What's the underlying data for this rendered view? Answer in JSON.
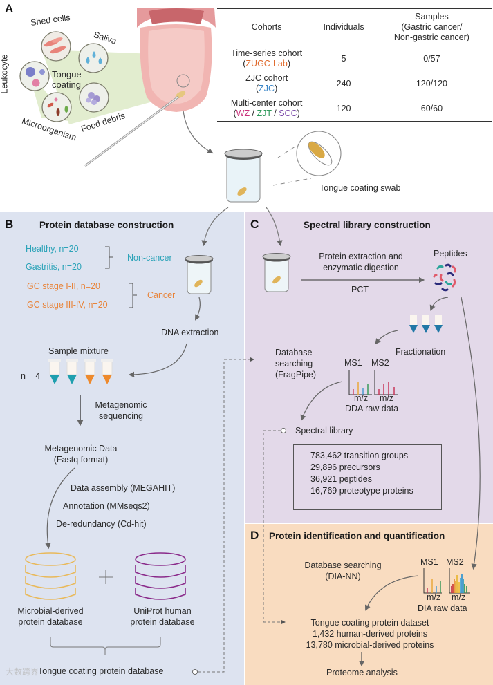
{
  "panels": {
    "a": {
      "letter": "A"
    },
    "b": {
      "letter": "B",
      "title": "Protein database construction"
    },
    "c": {
      "letter": "C",
      "title": "Spectral library construction"
    },
    "d": {
      "letter": "D",
      "title": "Protein identification and quantification"
    }
  },
  "colors": {
    "panel_b_bg": "#dde3f0",
    "panel_c_bg": "#e3d9e9",
    "panel_d_bg": "#f9dcc0",
    "non_cancer": "#2ba3b8",
    "cancer": "#e8843a",
    "zugc": "#e06a2c",
    "zjc": "#3a86c8",
    "wz": "#c8307a",
    "zjt": "#2e9a5a",
    "scc": "#7a4aa8",
    "microbial_db": "#e9b95a",
    "uniprot_db": "#8a2a8a"
  },
  "tongue_coating": {
    "center_label_line1": "Tongue",
    "center_label_line2": "coating",
    "components": [
      {
        "label": "Shed cells",
        "icon": "shed-cells-icon"
      },
      {
        "label": "Saliva",
        "icon": "saliva-icon"
      },
      {
        "label": "Leukocyte",
        "icon": "leukocyte-icon"
      },
      {
        "label": "Food debris",
        "icon": "food-debris-icon"
      },
      {
        "label": "Microorganism",
        "icon": "microorganism-icon"
      }
    ],
    "swab_label": "Tongue coating swab"
  },
  "cohort_table": {
    "headers": [
      "Cohorts",
      "Individuals",
      "Samples\n(Gastric cancer/\nNon-gastric cancer)"
    ],
    "header_samples_lines": [
      "Samples",
      "(Gastric cancer/",
      "Non-gastric cancer)"
    ],
    "rows": [
      {
        "name": "Time-series cohort",
        "sites": [
          {
            "code": "ZUGC-Lab",
            "color": "#e06a2c"
          }
        ],
        "individuals": "5",
        "samples": "0/57"
      },
      {
        "name": "ZJC cohort",
        "sites": [
          {
            "code": "ZJC",
            "color": "#3a86c8"
          }
        ],
        "individuals": "240",
        "samples": "120/120"
      },
      {
        "name": "Multi-center cohort",
        "sites": [
          {
            "code": "WZ",
            "color": "#c8307a"
          },
          {
            "code": "ZJT",
            "color": "#2e9a5a"
          },
          {
            "code": "SCC",
            "color": "#7a4aa8"
          }
        ],
        "individuals": "120",
        "samples": "60/60"
      }
    ]
  },
  "panel_b": {
    "groups": [
      {
        "label": "Healthy, n=20",
        "class": "non-cancer"
      },
      {
        "label": "Gastritis, n=20",
        "class": "non-cancer"
      },
      {
        "label": "GC stage I-II, n=20",
        "class": "cancer"
      },
      {
        "label": "GC stage III-IV, n=20",
        "class": "cancer"
      }
    ],
    "non_cancer_label": "Non-cancer",
    "cancer_label": "Cancer",
    "dna_extraction": "DNA extraction",
    "sample_mixture": "Sample mixture",
    "n_label": "n = 4",
    "sequencing_line1": "Metagenomic",
    "sequencing_line2": "sequencing",
    "metagenomic_data_line1": "Metagenomic Data",
    "metagenomic_data_line2": "(Fastq format)",
    "steps": [
      "Data assembly (MEGAHIT)",
      "Annotation (MMseqs2)",
      "De-redundancy (Cd-hit)"
    ],
    "microbial_db_line1": "Microbial-derived",
    "microbial_db_line2": "protein database",
    "uniprot_db_line1": "UniProt human",
    "uniprot_db_line2": "protein database",
    "combined_db": "Tongue coating protein database"
  },
  "panel_c": {
    "extraction_line1": "Protein extraction and",
    "extraction_line2": "enzymatic digestion",
    "pct": "PCT",
    "peptides": "Peptides",
    "fractionation": "Fractionation",
    "db_search_line1": "Database",
    "db_search_line2": "searching",
    "db_search_line3": "(FragPipe)",
    "ms1": "MS1",
    "ms2": "MS2",
    "mz": "m/z",
    "dda": "DDA raw data",
    "spectral_library": "Spectral library",
    "library_stats": [
      "783,462 transition groups",
      "29,896 precursors",
      "36,921 peptides",
      "16,769 proteotype proteins"
    ]
  },
  "panel_d": {
    "db_search_line1": "Database searching",
    "db_search_line2": "(DIA-NN)",
    "ms1": "MS1",
    "ms2": "MS2",
    "mz": "m/z",
    "dia": "DIA raw data",
    "dataset_title": "Tongue coating protein dataset",
    "human_proteins": "1,432 human-derived proteins",
    "microbial_proteins": "13,780 microbial-derived proteins",
    "analysis": "Proteome analysis"
  },
  "watermark": "大数跨界"
}
